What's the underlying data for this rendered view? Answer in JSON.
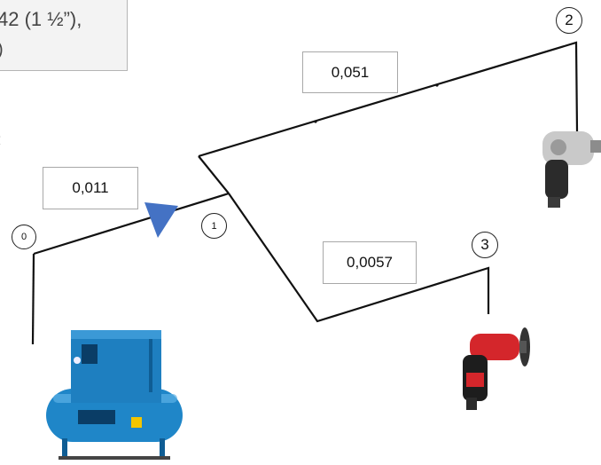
{
  "header_box": {
    "text": "42 (1 ½”),",
    "fragment": ")"
  },
  "pipes": {
    "seg_0_1": {
      "value": "0,011"
    },
    "seg_1_2": {
      "value": "0,051"
    },
    "seg_1_3": {
      "value": "0,0057"
    }
  },
  "nodes": {
    "n0": "0",
    "n1": "1",
    "n2": "2",
    "n3": "3"
  },
  "edge_glyph": "‹",
  "icons": {
    "compressor": "air-compressor-icon",
    "impact_wrench": "impact-wrench-icon",
    "grinder": "disc-grinder-icon",
    "flow_arrow": "flow-direction-arrow-icon"
  },
  "colors": {
    "line": "#111111",
    "arrow": "#4472c4",
    "compressor_blue": "#1f86c8",
    "grinder_red": "#d4262b"
  }
}
